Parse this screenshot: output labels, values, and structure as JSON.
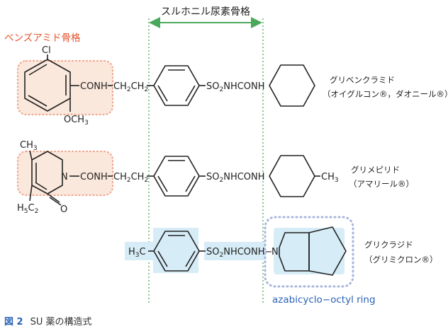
{
  "figure": {
    "header_label": "スルホニル尿素骨格",
    "benzamide_label": "ベンズアミド骨格",
    "azabicyclo_label": "azabicyclo−octyl ring",
    "caption_no": "図 2",
    "caption_text": "SU 薬の構造式"
  },
  "compounds": [
    {
      "name": "グリベンクラミド",
      "brand": "（オイグルコン®，ダオニール®）"
    },
    {
      "name": "グリメピリド",
      "brand": "（アマリール®）"
    },
    {
      "name": "グリクラジド",
      "brand": "（グリミクロン®）"
    }
  ],
  "atoms": {
    "cl": "Cl",
    "och3": "OCH",
    "och3_sub": "3",
    "ch3": "CH",
    "ch3_sub": "3",
    "h5c2_h": "H",
    "h5c2_5": "5",
    "h5c2_c": "C",
    "h5c2_2": "2",
    "o": "O",
    "n": "N",
    "conh": "CONH",
    "ch2ch2_a": "CH",
    "ch2ch2_b": "CH",
    "sub2": "2",
    "so2_a": "SO",
    "so2_b": "NHCONH",
    "so2_c": "NHCONH−",
    "h3c_h": "H",
    "h3c_c": "C",
    "h3c_3": "3",
    "dash_ch3": "CH",
    "dash_ch3_sub": "3"
  },
  "colors": {
    "green": "#4aa85a",
    "orange_label": "#e5522a",
    "orange_box": "#fbe8dc",
    "orange_dots": "#f0a890",
    "blue_label": "#2a63b6",
    "blue_fill": "#d6ecf7",
    "blue_dots": "#a9b4dd"
  }
}
